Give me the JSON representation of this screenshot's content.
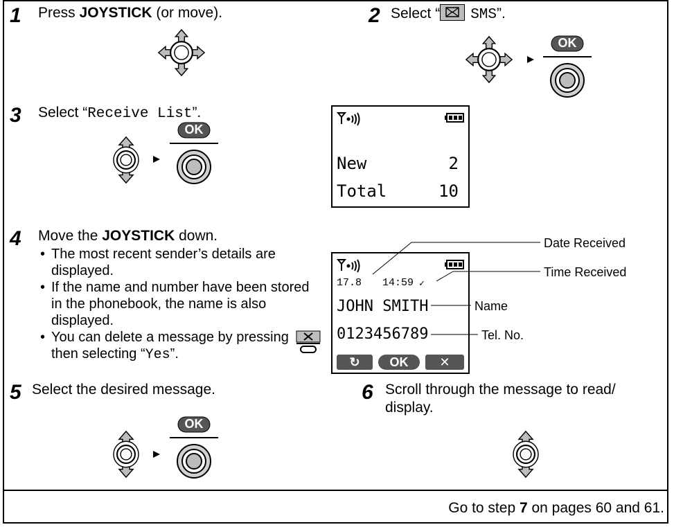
{
  "steps": {
    "s1": {
      "num": "1",
      "pre": "Press ",
      "bold": "JOYSTICK",
      "post": " (or move)."
    },
    "s2": {
      "num": "2",
      "pre": "Select “",
      "code": "SMS",
      "post": "”."
    },
    "s3": {
      "num": "3",
      "pre": "Select “",
      "code": "Receive List",
      "post": "”."
    },
    "s4": {
      "num": "4",
      "pre": "Move the ",
      "bold": "JOYSTICK",
      "post": " down.",
      "bullet1": "The most recent sender’s details are displayed.",
      "bullet2": "If the name and number have been stored in the phonebook, the name is also displayed.",
      "bullet3_pre": "You can delete a message by pressing",
      "bullet3_mid": " then selecting “",
      "bullet3_code": "Yes",
      "bullet3_post": "”."
    },
    "s5": {
      "num": "5",
      "text": "Select the desired message."
    },
    "s6": {
      "num": "6",
      "text": "Scroll through the message to read/ display."
    }
  },
  "ok_label": "OK",
  "screen1": {
    "new_label": "New",
    "new_value": "2",
    "total_label": "Total",
    "total_value": "10"
  },
  "screen2": {
    "date": "17.8",
    "time": "14:59",
    "check": "✓",
    "name": "JOHN SMITH",
    "tel": "0123456789",
    "softkeys": {
      "left": "↻",
      "middle": "OK",
      "right": "✕"
    }
  },
  "callouts": {
    "date": "Date Received",
    "time": "Time Received",
    "name": "Name",
    "tel": "Tel. No."
  },
  "footer": {
    "pre": "Go to step ",
    "step": "7",
    "post": " on pages 60 and 61."
  },
  "icons": [
    "joystick-4way-icon",
    "joystick-updown-icon",
    "ok-button-icon",
    "arrow-right-icon",
    "sms-envelope-icon",
    "signal-icon",
    "battery-icon",
    "delete-key-icon"
  ]
}
